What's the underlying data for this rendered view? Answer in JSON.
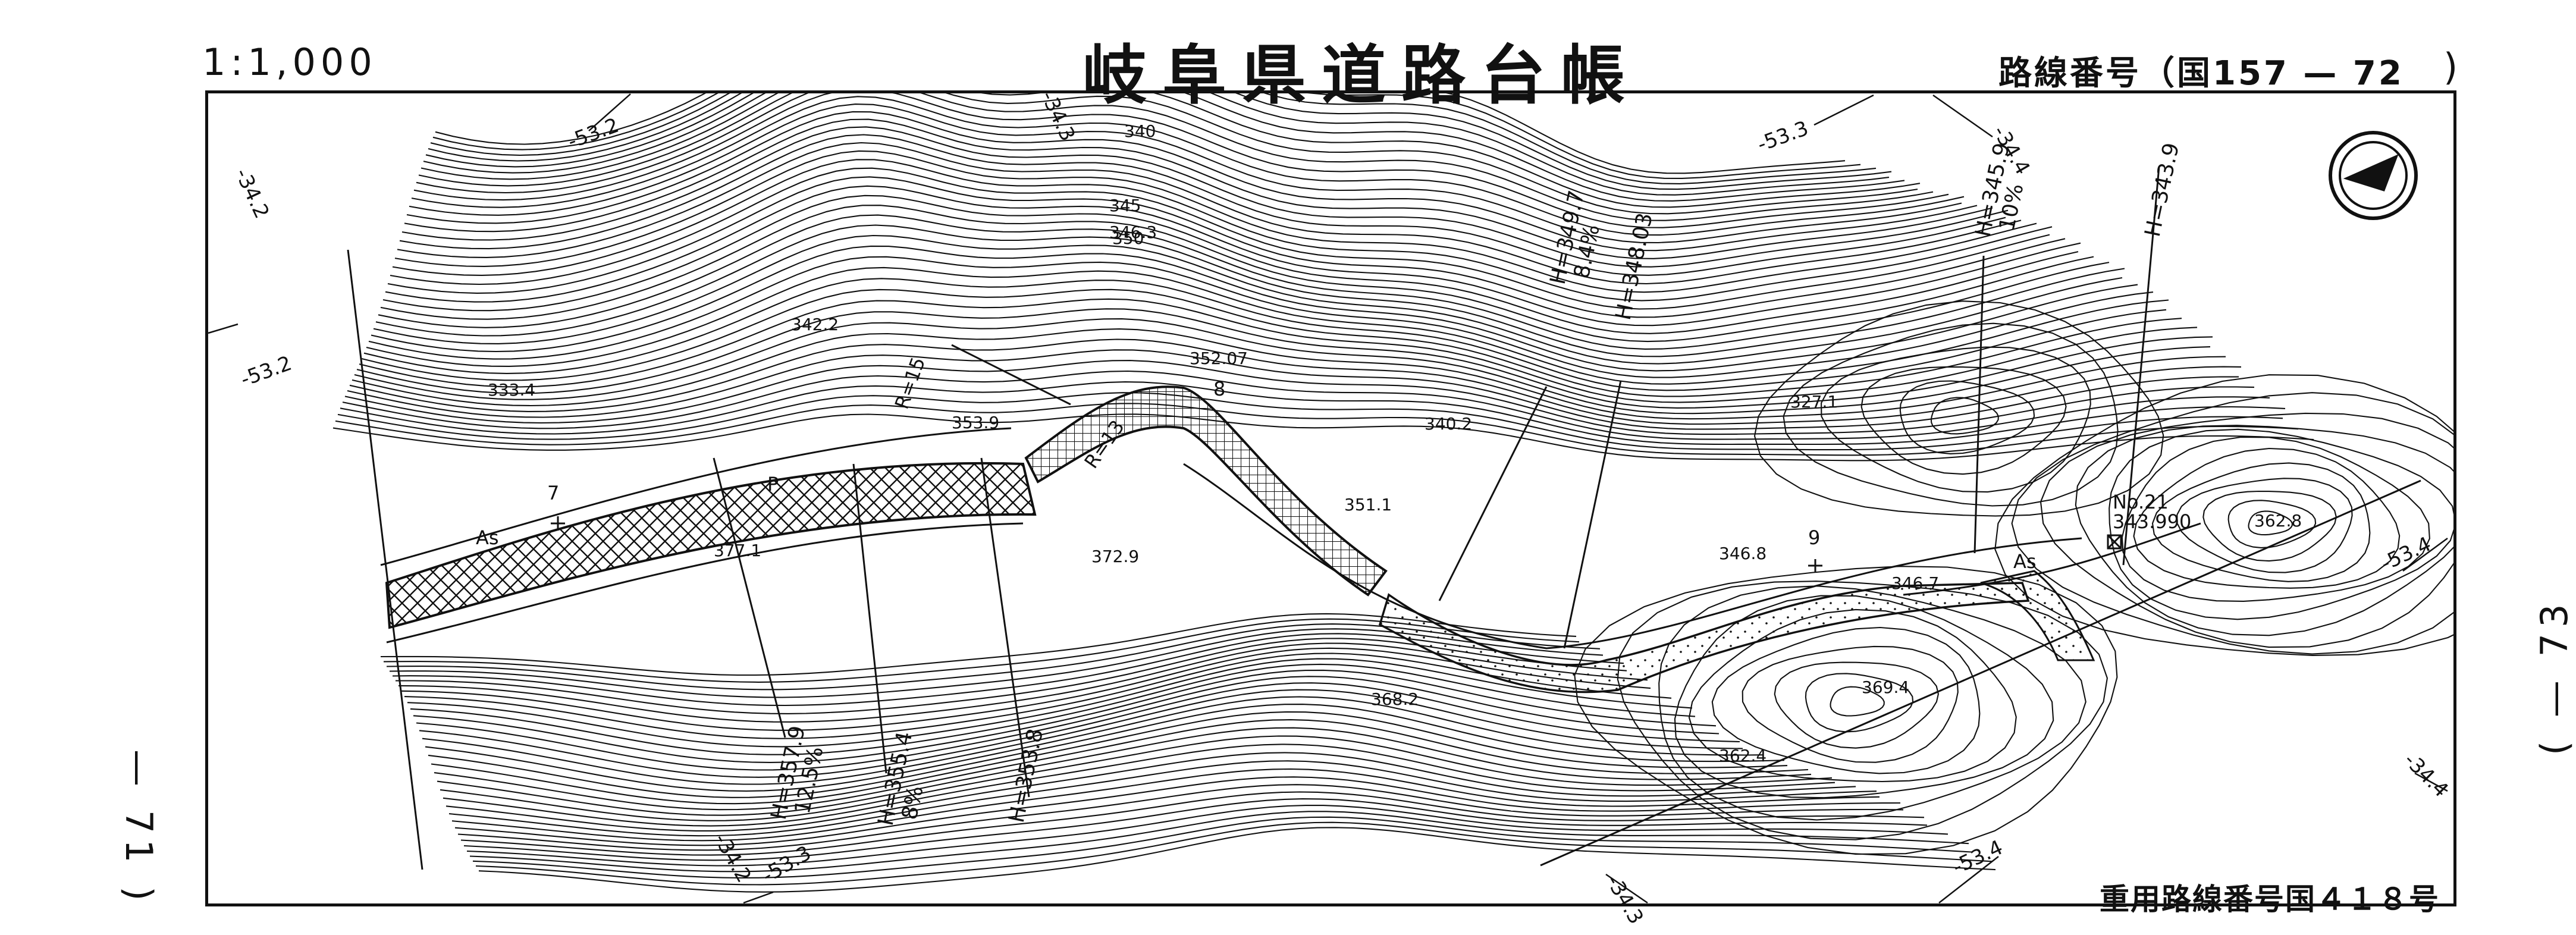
{
  "header": {
    "scale": "1:1,000",
    "title": "岐阜県道路台帳",
    "route_number_label": "路線番号（国157 — 72",
    "route_number_close": ")"
  },
  "edge_labels": {
    "left_adjacent": "— 71 )",
    "right_adjacent": "( — 73"
  },
  "overlap_route": "重用路線番号国４１８号",
  "north_arrow": "north-arrow-icon",
  "grid_labels": [
    "-53.2",
    "-34.2",
    "-53.2",
    "-34.3",
    "-53.3",
    "-34.4",
    "-53.4",
    "-34.4",
    "-34.2",
    "-53.3",
    "-34.3",
    "-53.4"
  ],
  "contour_labels": [
    "340",
    "345",
    "350",
    "346.3",
    "352.07",
    "342.2",
    "333.4",
    "353.9",
    "340.2",
    "327.1",
    "351.1",
    "372.9",
    "377.1",
    "368.2",
    "369.4",
    "362.4",
    "362.8",
    "346.8",
    "346.7"
  ],
  "profile_lines": [
    {
      "h": "H=357.9",
      "grade": "12.5%"
    },
    {
      "h": "H=355.4",
      "grade": "8%"
    },
    {
      "h": "H=353.8",
      "grade": ""
    },
    {
      "h": "H=349.7",
      "grade": "8.4%"
    },
    {
      "h": "H=348.03",
      "grade": ""
    },
    {
      "h": "H=345.9",
      "grade": "10%"
    },
    {
      "h": "H=343.9",
      "grade": ""
    }
  ],
  "benchmark": {
    "name": "No.21",
    "height": "343.990"
  },
  "station_marks": [
    "7",
    "8",
    "9"
  ],
  "map_symbols": [
    "As",
    "As",
    "P",
    "R=15",
    "R=13"
  ]
}
